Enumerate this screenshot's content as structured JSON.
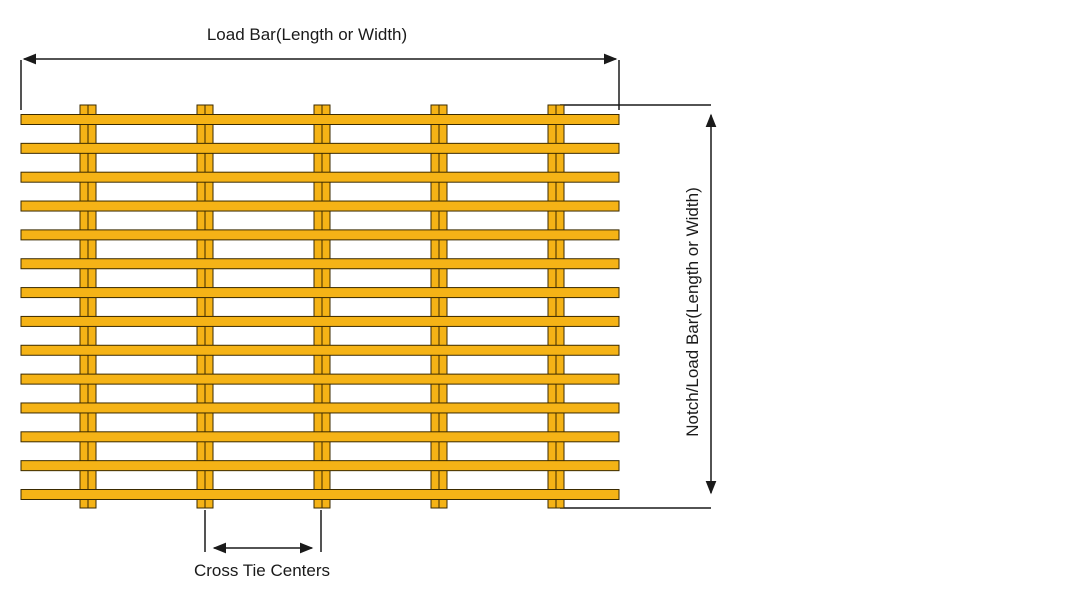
{
  "diagram": {
    "title": "Load Bar(Length or Width)",
    "side_label": "Notch/Load Bar(Length or Width)",
    "bottom_label": "Cross Tie Centers",
    "load_bar_count": 14,
    "cross_tie_count": 5
  },
  "colors": {
    "bar_fill": "#F5B316",
    "bar_stroke": "#3a2a00",
    "line": "#1a1a1a",
    "background": "#ffffff"
  }
}
